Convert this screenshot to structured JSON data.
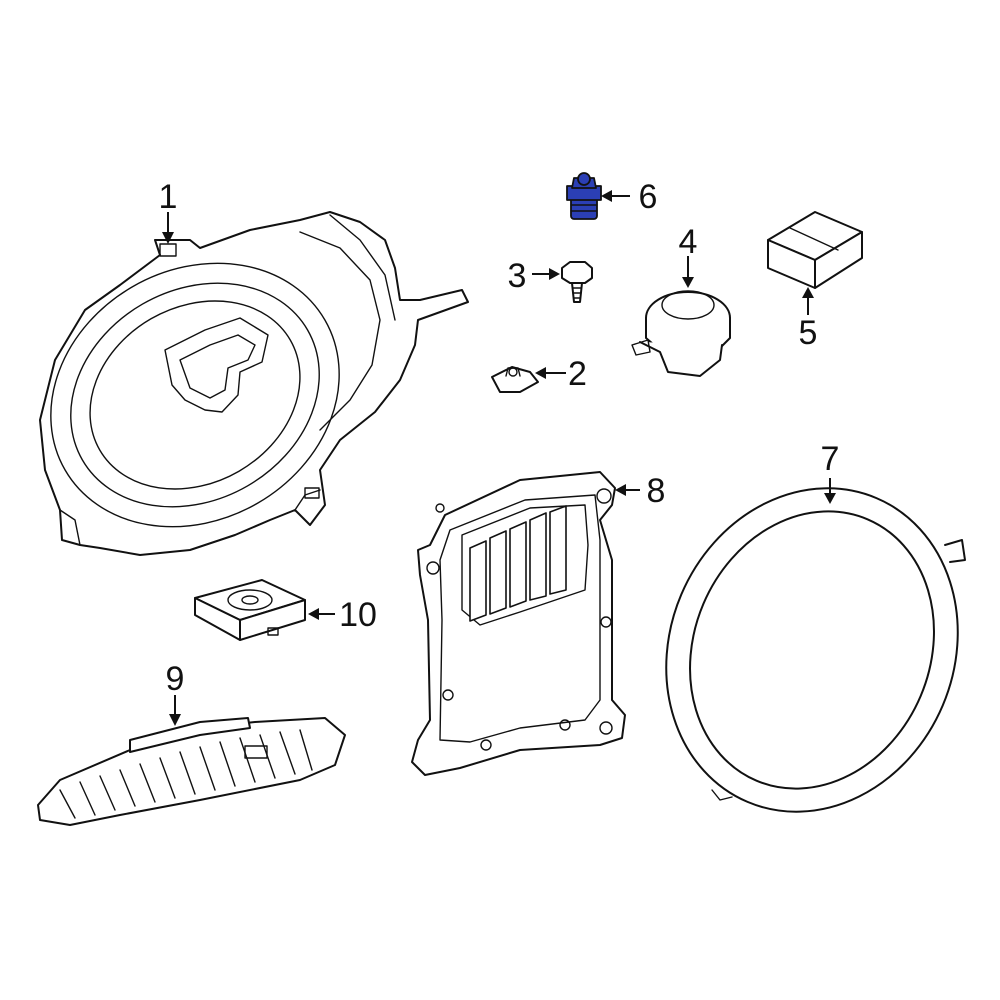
{
  "diagram": {
    "callouts": [
      "1",
      "2",
      "3",
      "4",
      "5",
      "6",
      "7",
      "8",
      "9",
      "10"
    ],
    "highlight_color": "#2b3fb5",
    "line_color": "#111111",
    "background": "#ffffff"
  }
}
